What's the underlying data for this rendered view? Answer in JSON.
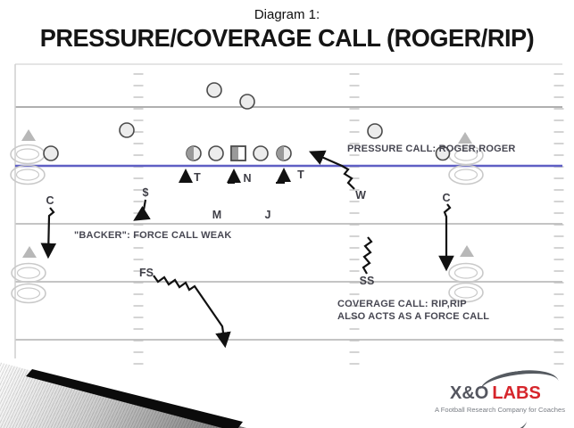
{
  "title": {
    "kicker": "Diagram 1:",
    "main": "PRESSURE/COVERAGE CALL (ROGER/RIP)"
  },
  "annotations": {
    "pressure_call": "PRESSURE CALL: ROGER,ROGER",
    "backer_call": "\"BACKER\": FORCE CALL WEAK",
    "coverage_call_line1": "COVERAGE CALL: RIP,RIP",
    "coverage_call_line2": "ALSO ACTS AS A FORCE CALL"
  },
  "defense_labels": {
    "corner_left": "C",
    "dollar": "$",
    "tackle_left": "T",
    "nose": "N",
    "tackle_right": "T",
    "mike": "M",
    "jack": "J",
    "will": "W",
    "corner_right": "C",
    "free_safety": "FS",
    "strong_safety": "SS"
  },
  "logo": {
    "name_gray": "X&O",
    "name_red": "LABS",
    "tagline": "A Football Research Company for Coaches"
  },
  "colors": {
    "line_of_scrimmage": "#5f5fc4",
    "yard_line": "#b8b8b8",
    "hash_tick": "#d4d4d4",
    "annotation_text": "#474752",
    "label_text": "#3e3e46",
    "player_outline": "#4a4a4a",
    "player_fill": "#ececec",
    "shaded_half_fill": "#9a9a9a",
    "arrow_black": "#111111",
    "logo_gray": "#54565f",
    "logo_red": "#d6252b"
  }
}
